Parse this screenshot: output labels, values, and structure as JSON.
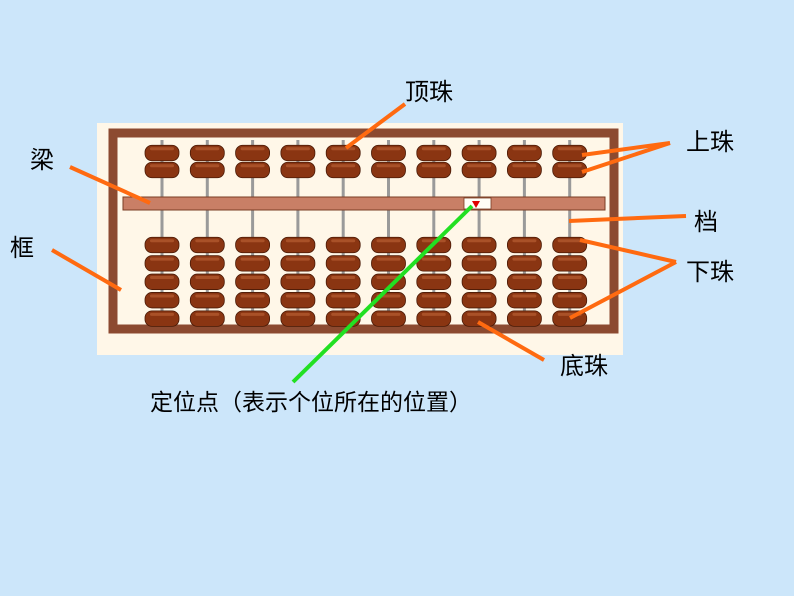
{
  "labels": {
    "top_bead": "顶珠",
    "beam": "梁",
    "frame": "框",
    "upper_beads": "上珠",
    "rod": "档",
    "lower_beads": "下珠",
    "bottom_bead": "底珠",
    "unit_point": "定位点（表示个位所在的位置）"
  },
  "abacus": {
    "rods": 10,
    "upper_beads_per_rod": 2,
    "lower_beads_per_rod": 5,
    "unit_rod_index": 7
  },
  "colors": {
    "background": "#cce6fa",
    "panel": "#fff7e8",
    "frame": "#8c4a30",
    "bead": "#8a3512",
    "bead_highlight": "#c2673a",
    "rod": "#9a9a9a",
    "pointer": "#ff6a10",
    "unit_pointer": "#22e022",
    "unit_marker": "#e00000"
  }
}
